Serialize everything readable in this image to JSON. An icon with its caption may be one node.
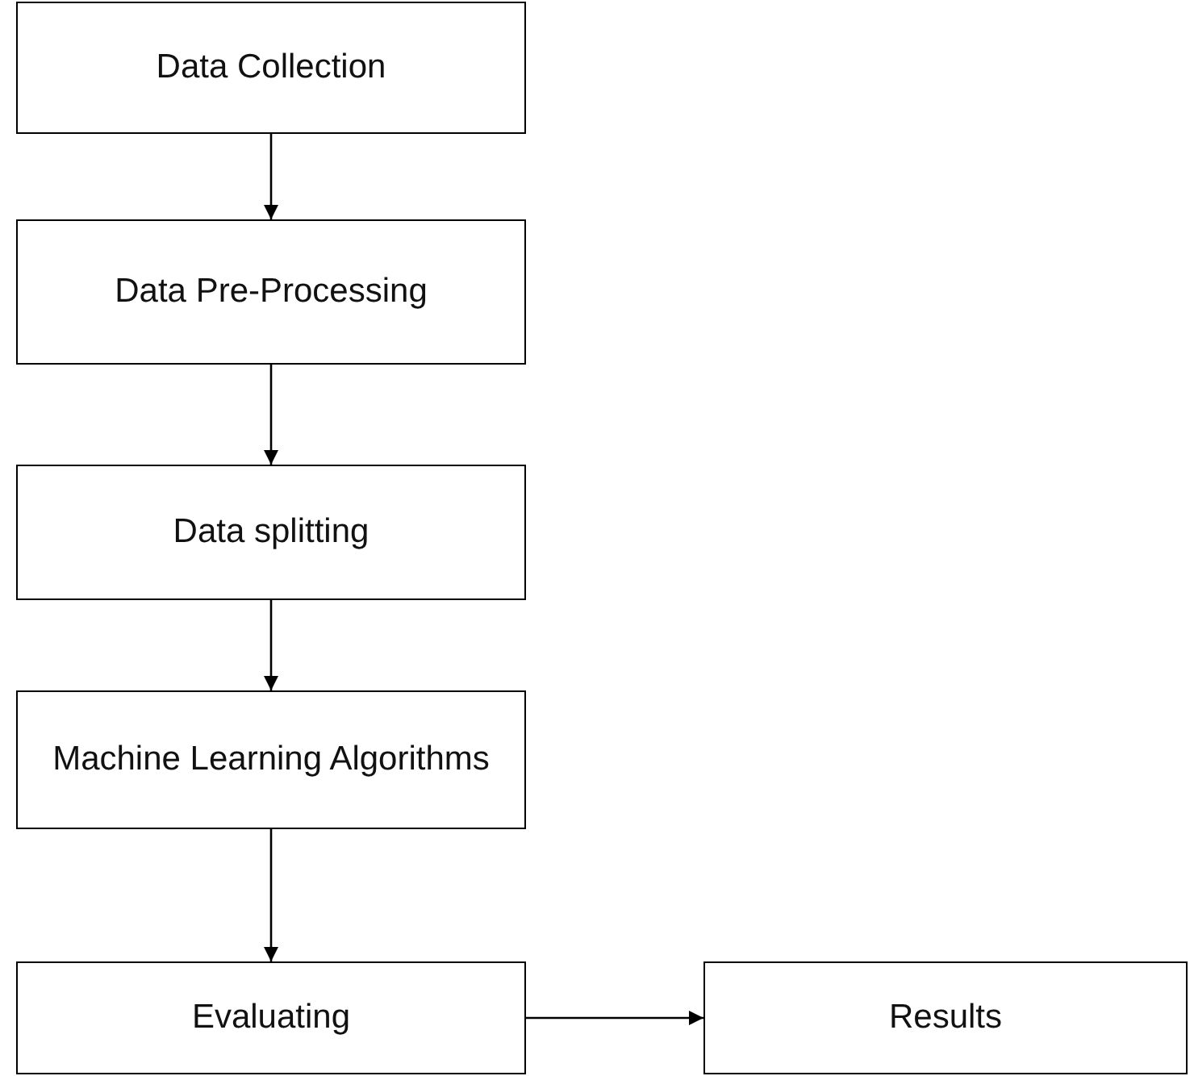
{
  "diagram": {
    "nodes": [
      {
        "text": [
          "Data Collection"
        ]
      },
      {
        "text": [
          "Data Pre-Processing"
        ]
      },
      {
        "text": [
          "Data splitting"
        ]
      },
      {
        "text": [
          "Machine Learning Algorithms"
        ]
      },
      {
        "text": [
          "Evaluating"
        ]
      },
      {
        "text": [
          "Results"
        ]
      }
    ],
    "edges": [
      {
        "from": 0,
        "to": 1,
        "arrow": "to"
      },
      {
        "from": 1,
        "to": 2,
        "arrow": "to"
      },
      {
        "from": 2,
        "to": 3,
        "arrow": "to"
      },
      {
        "from": 3,
        "to": 4,
        "arrow": "to"
      },
      {
        "from": 4,
        "to": 5,
        "arrow": "to"
      }
    ]
  }
}
